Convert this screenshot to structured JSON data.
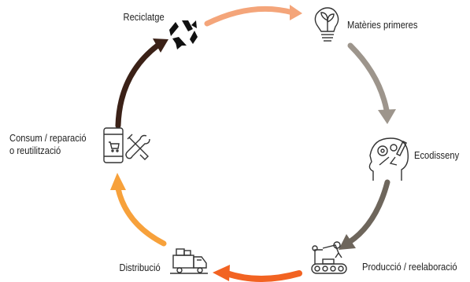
{
  "diagram": {
    "stages": {
      "reciclatge": "Reciclatge",
      "materies": "Matèries primeres",
      "ecodisseny": "Ecodisseny",
      "produccio": "Producció / reelaboració",
      "distribucio": "Distribució",
      "consum": "Consum / reparació\no reutilització"
    },
    "arrows": {
      "reciclatge_to_materies": "#f4a57a",
      "materies_to_ecodisseny": "#9d958c",
      "ecodisseny_to_produccio": "#6e665c",
      "produccio_to_distribucio": "#f26322",
      "distribucio_to_consum": "#f7a13b",
      "consum_to_reciclatge": "#3b2117"
    },
    "icons": [
      "recycle-icon",
      "lightbulb-leaf-icon",
      "head-gears-icon",
      "robot-arm-conveyor-icon",
      "delivery-truck-icon",
      "tablet-tools-icon"
    ]
  }
}
